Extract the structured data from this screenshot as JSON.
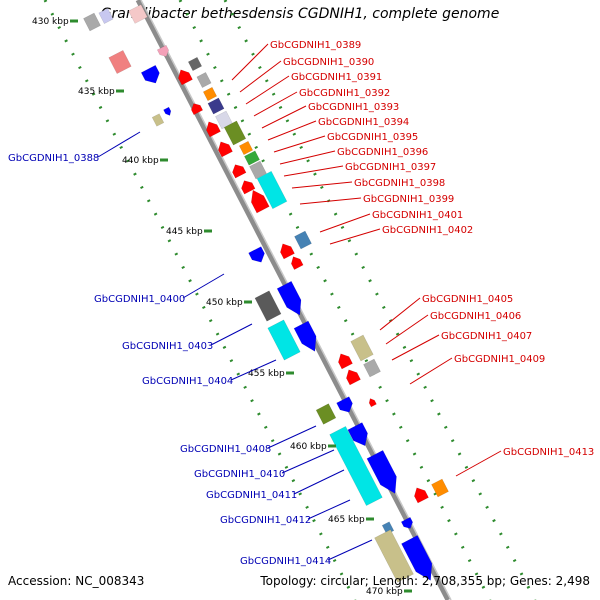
{
  "title": "Granulibacter bethesdensis CGDNIH1, complete genome",
  "footer": {
    "accession": "Accession: NC_008343",
    "summary": "Topology: circular; Length: 2,708,355 bp; Genes: 2,498"
  },
  "ticks": [
    "430 kbp",
    "435 kbp",
    "440 kbp",
    "445 kbp",
    "450 kbp",
    "455 kbp",
    "460 kbp",
    "465 kbp",
    "470 kbp"
  ],
  "labels_right": [
    "GbCGDNIH1_0389",
    "GbCGDNIH1_0390",
    "GbCGDNIH1_0391",
    "GbCGDNIH1_0392",
    "GbCGDNIH1_0393",
    "GbCGDNIH1_0394",
    "GbCGDNIH1_0395",
    "GbCGDNIH1_0396",
    "GbCGDNIH1_0397",
    "GbCGDNIH1_0398",
    "GbCGDNIH1_0399",
    "GbCGDNIH1_0401",
    "GbCGDNIH1_0402",
    "GbCGDNIH1_0405",
    "GbCGDNIH1_0406",
    "GbCGDNIH1_0407",
    "GbCGDNIH1_0409",
    "GbCGDNIH1_0413"
  ],
  "labels_left": [
    "GbCGDNIH1_0388",
    "GbCGDNIH1_0400",
    "GbCGDNIH1_0403",
    "GbCGDNIH1_0404",
    "GbCGDNIH1_0408",
    "GbCGDNIH1_0410",
    "GbCGDNIH1_0411",
    "GbCGDNIH1_0412",
    "GbCGDNIH1_0414"
  ],
  "colors": {
    "backbone": "#8c8c8c",
    "dots": "#2e8b2e",
    "label_right": "#d40000",
    "label_left": "#0000b4",
    "red": "#ff0000",
    "blue": "#0000ff",
    "cyan": "#00e5e5",
    "olive": "#6b8e23",
    "khaki": "#c8c08a",
    "gray": "#a9a9a9",
    "darkgray": "#666666",
    "orange": "#ff8c00",
    "pink": "#f4a0b8",
    "salmon": "#f08080",
    "steel": "#4682b4",
    "navy": "#3a3a8c"
  }
}
